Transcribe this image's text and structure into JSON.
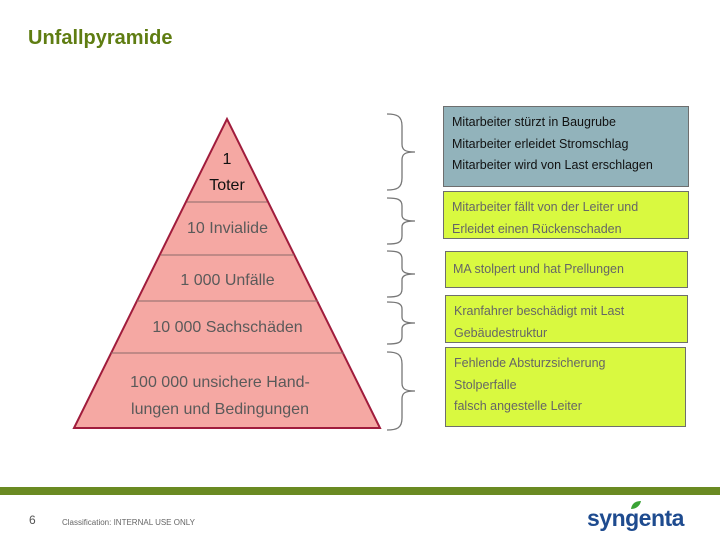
{
  "slide": {
    "title": "Unfallpyramide",
    "page_number": "6",
    "classification": "Classification: INTERNAL USE ONLY",
    "logo_text": "syngenta"
  },
  "colors": {
    "title": "#5f7d12",
    "pyramid_fill": "#f5a8a3",
    "pyramid_border": "#a01c3c",
    "box_grey": "#92b3bb",
    "box_lime": "#d9f940",
    "footer_bar": "#6a8a22",
    "logo": "#1e4b8f",
    "logo_leaf": "#3aa335"
  },
  "pyramid": {
    "levels": [
      {
        "line1": "1",
        "line2": "Toter"
      },
      {
        "line1": "10 Invialide"
      },
      {
        "line1": "1 000 Unfälle"
      },
      {
        "line1": "10 000 Sachschäden"
      },
      {
        "line1": "100 000 unsichere Hand-",
        "line2": "lungen und Bedingungen"
      }
    ]
  },
  "examples": [
    {
      "lines": [
        "Mitarbeiter stürzt in Baugrube",
        "Mitarbeiter erleidet Stromschlag",
        "Mitarbeiter wird von Last erschlagen"
      ]
    },
    {
      "lines": [
        "Mitarbeiter fällt von der Leiter und",
        "Erleidet einen Rückenschaden"
      ]
    },
    {
      "lines": [
        "MA stolpert und hat Prellungen"
      ]
    },
    {
      "lines": [
        "Kranfahrer beschädigt mit Last",
        "Gebäudestruktur"
      ]
    },
    {
      "lines": [
        "Fehlende Absturzsicherung",
        "Stolperfalle",
        "falsch angestelle Leiter"
      ]
    }
  ]
}
